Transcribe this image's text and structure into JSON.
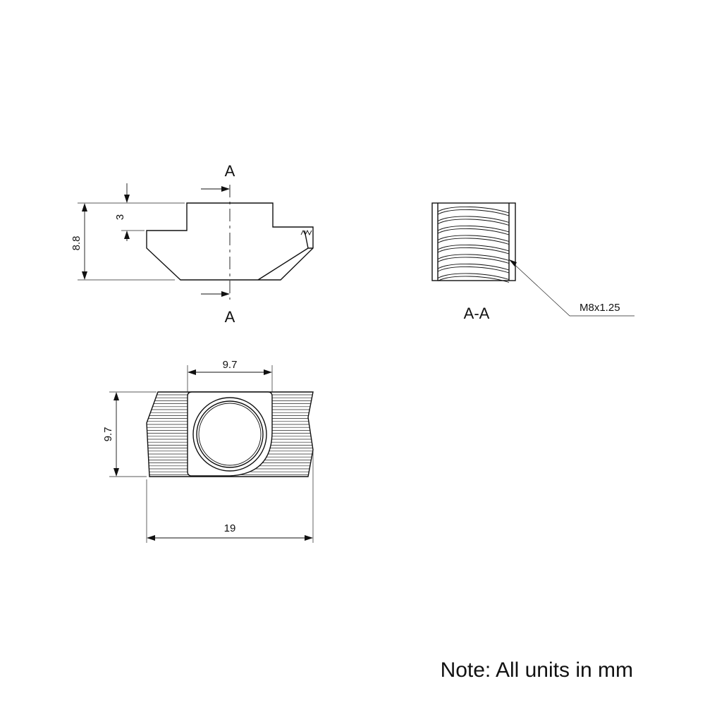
{
  "side_view": {
    "section_letter_top": "A",
    "section_letter_bottom": "A",
    "dim_height": "8.8",
    "dim_step": "3"
  },
  "section_view": {
    "label": "A-A",
    "thread_callout": "M8x1.25"
  },
  "top_view": {
    "dim_width_inner": "9.7",
    "dim_height": "9.7",
    "dim_width_total": "19"
  },
  "note": "Note: All units in mm"
}
